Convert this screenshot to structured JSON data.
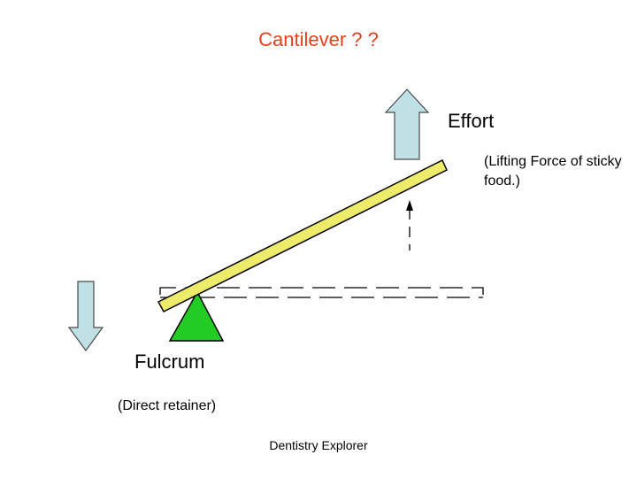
{
  "title": "Cantilever ? ?",
  "effort": {
    "label": "Effort",
    "description": "(Lifting Force of sticky food.)"
  },
  "fulcrum": {
    "label": "Fulcrum",
    "description": "(Direct retainer)"
  },
  "footer": "Dentistry Explorer",
  "colors": {
    "title": "#e8401c",
    "arrow_fill": "#bfe0e4",
    "fulcrum_fill": "#22cc22",
    "beam_fill": "#eeea6a"
  }
}
